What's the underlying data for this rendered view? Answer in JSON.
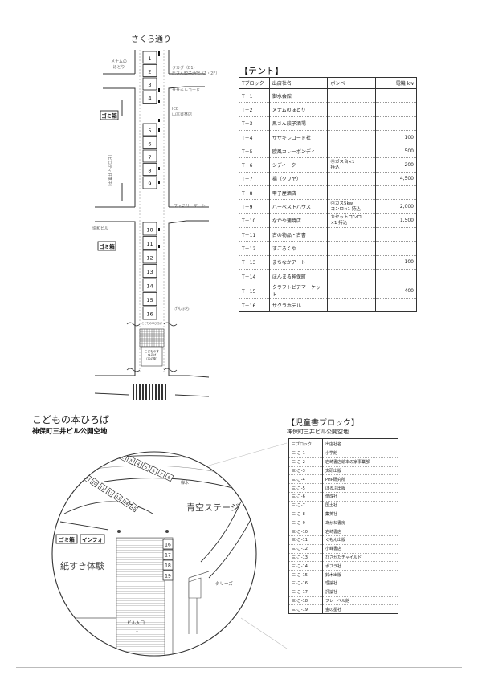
{
  "street_map": {
    "street_name": "さくら通り",
    "booths_top": [
      "1",
      "2",
      "3",
      "4"
    ],
    "booths_mid": [
      "5",
      "6",
      "7",
      "8",
      "9"
    ],
    "booths_bottom": [
      "10",
      "11",
      "12",
      "13",
      "14",
      "15",
      "16"
    ],
    "shops": {
      "menamu": "メナムの\nほとり",
      "tanaka": "タカダ（B1）\n馬さん餃子酒場（1・2F）",
      "sasaki": "ササキレコード",
      "yamamoto": "ICB\n山本書林店",
      "family": "ファミリーマート",
      "building": "協和ビル",
      "uchi": "げんぷら"
    },
    "trash_label": "ゴミ箱",
    "parking_label": "［ピロティ駐車中］",
    "kids_area_label": "こどもの本\nひろば\n（本の街）",
    "small_label": "こどもの本ひろば"
  },
  "tent": {
    "heading": "【テント】",
    "columns": [
      "Tブロック",
      "出店社名",
      "ボンベ",
      "電機 kw"
    ],
    "rows": [
      {
        "id": "T－1",
        "name": "御水会館",
        "gas": "",
        "kw": ""
      },
      {
        "id": "T－2",
        "name": "メナムのほとり",
        "gas": "",
        "kw": ""
      },
      {
        "id": "T－3",
        "name": "馬さん餃子酒場",
        "gas": "",
        "kw": ""
      },
      {
        "id": "T－4",
        "name": "ササキレコード社",
        "gas": "",
        "kw": "100"
      },
      {
        "id": "T－5",
        "name": "欧風カレーボンディ",
        "gas": "",
        "kw": "500"
      },
      {
        "id": "T－6",
        "name": "シディーク",
        "gas": "㊥ガス台×1\n持込",
        "kw": "200"
      },
      {
        "id": "T－7",
        "name": "揚（クリヤ）",
        "gas": "",
        "kw": "4,500"
      },
      {
        "id": "T－8",
        "name": "甲子屋酒店",
        "gas": "",
        "kw": ""
      },
      {
        "id": "T－9",
        "name": "ハーベストハウス",
        "gas": "㊥ガス5kw\nコンロ×1 持込",
        "kw": "2,000"
      },
      {
        "id": "T－10",
        "name": "なかや蒲焼店",
        "gas": "カセットコンロ\n×1 持込",
        "kw": "1,500"
      },
      {
        "id": "T－11",
        "name": "古の物品・古書",
        "gas": "",
        "kw": ""
      },
      {
        "id": "T－12",
        "name": "すごろくや",
        "gas": "",
        "kw": ""
      },
      {
        "id": "T－13",
        "name": "まちなかアート",
        "gas": "",
        "kw": "100"
      },
      {
        "id": "T－14",
        "name": "ほんまる神保町",
        "gas": "",
        "kw": ""
      },
      {
        "id": "T－15",
        "name": "クラフトビアマーケット",
        "gas": "",
        "kw": "400"
      },
      {
        "id": "T－16",
        "name": "サクラホテル",
        "gas": "",
        "kw": ""
      }
    ]
  },
  "kids_plaza": {
    "title": "こどもの本ひろば",
    "subtitle": "神保町三井ビル公開空地",
    "trash_label": "ゴミ箱",
    "info_label": "インフォ",
    "paper_label": "紙すき体験",
    "stage_label": "青空ステージ",
    "tree_label": "欅木",
    "tullys_label": "タリーズ",
    "entrance_label": "ビル入口",
    "arrow_label": "↓",
    "right_booths": [
      "16",
      "17",
      "18",
      "19"
    ],
    "arc_booths": [
      "1",
      "2",
      "3",
      "4",
      "5",
      "6",
      "7",
      "8"
    ],
    "inner_arc_booths": [
      "9",
      "10",
      "11",
      "12",
      "13",
      "14",
      "15"
    ]
  },
  "children_books": {
    "heading": "【児童書ブロック】",
    "subtitle": "神保町三井ビル公開空地",
    "columns": [
      "三ブロック",
      "出店社名"
    ],
    "rows": [
      {
        "id": "三-こ-1",
        "name": "小学館"
      },
      {
        "id": "三-こ-2",
        "name": "岩崎書店絵本の家事業部"
      },
      {
        "id": "三-こ-3",
        "name": "文研出版"
      },
      {
        "id": "三-こ-4",
        "name": "PHP研究所"
      },
      {
        "id": "三-こ-5",
        "name": "ほるぷ出版"
      },
      {
        "id": "三-こ-6",
        "name": "偕成社"
      },
      {
        "id": "三-こ-7",
        "name": "国土社"
      },
      {
        "id": "三-こ-8",
        "name": "集英社"
      },
      {
        "id": "三-こ-9",
        "name": "あかね書房"
      },
      {
        "id": "三-こ-10",
        "name": "岩崎書店"
      },
      {
        "id": "三-こ-11",
        "name": "くもん出版"
      },
      {
        "id": "三-こ-12",
        "name": "小峰書店"
      },
      {
        "id": "三-こ-13",
        "name": "ひさかたチャイルド"
      },
      {
        "id": "三-こ-14",
        "name": "ポプラ社"
      },
      {
        "id": "三-こ-15",
        "name": "鈴木出版"
      },
      {
        "id": "三-こ-16",
        "name": "理論社"
      },
      {
        "id": "三-こ-17",
        "name": "評論社"
      },
      {
        "id": "三-こ-18",
        "name": "フレーベル館"
      },
      {
        "id": "三-こ-19",
        "name": "金の星社"
      }
    ]
  }
}
